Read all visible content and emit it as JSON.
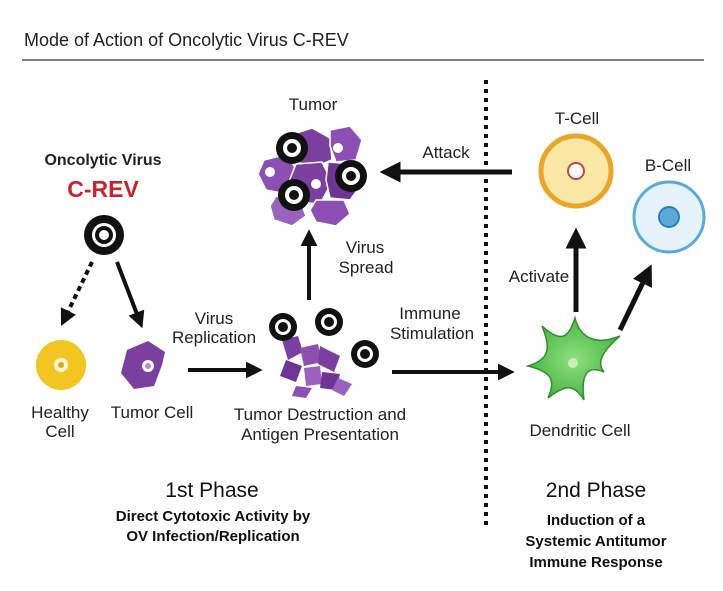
{
  "title": "Mode of Action of Oncolytic Virus C-REV",
  "virus": {
    "caption": "Oncolytic Virus",
    "name": "C-REV"
  },
  "cells": {
    "healthy": [
      "Healthy",
      "Cell"
    ],
    "tumor_cell": "Tumor Cell",
    "tumor": "Tumor",
    "destruction": [
      "Tumor Destruction and",
      "Antigen Presentation"
    ],
    "t_cell": "T-Cell",
    "b_cell": "B-Cell",
    "dendritic": "Dendritic Cell"
  },
  "arrows": {
    "virus_replication": [
      "Virus",
      "Replication"
    ],
    "virus_spread": [
      "Virus",
      "Spread"
    ],
    "immune_stimulation": [
      "Immune",
      "Stimulation"
    ],
    "attack": "Attack",
    "activate": "Activate"
  },
  "phases": {
    "first": {
      "heading": "1st Phase",
      "lines": [
        "Direct Cytotoxic Activity by",
        "OV Infection/Replication"
      ]
    },
    "second": {
      "heading": "2nd Phase",
      "lines": [
        "Induction of a",
        "Systemic Antitumor",
        "Immune Response"
      ]
    }
  },
  "colors": {
    "tumor_purple": "#7b3fa0",
    "tumor_purple_light": "#9a62bf",
    "healthy_yellow": "#f2c523",
    "virus_red": "#c8242b",
    "tcell_fill": "#fbe7a6",
    "tcell_ring": "#e9a62b",
    "bcell_fill": "#e6f3fb",
    "bcell_ring": "#5aa9d9",
    "dendritic_green": "#4fbf4b"
  }
}
